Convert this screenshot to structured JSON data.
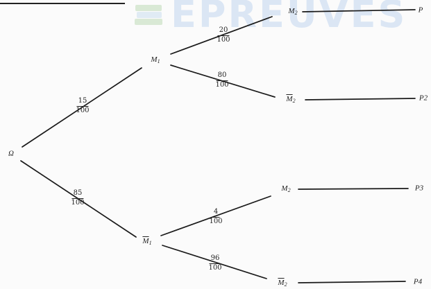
{
  "watermark": {
    "text": "EPREUVES"
  },
  "root": {
    "label": "Ω"
  },
  "nodes": {
    "m1": {
      "main": "M",
      "sub": "1",
      "barred": false
    },
    "m1bar": {
      "main": "M",
      "sub": "1",
      "barred": true
    },
    "m2_top": {
      "main": "M",
      "sub": "2",
      "barred": false
    },
    "m2bar_top": {
      "main": "M",
      "sub": "2",
      "barred": true
    },
    "m2_bottom": {
      "main": "M",
      "sub": "2",
      "barred": false
    },
    "m2bar_bottom": {
      "main": "M",
      "sub": "2",
      "barred": true
    }
  },
  "probabilities": {
    "p_m1": {
      "num": "15",
      "den": "100"
    },
    "p_m1bar": {
      "num": "85",
      "den": "100"
    },
    "p_m2_given_m1": {
      "num": "20",
      "den": "100"
    },
    "p_m2bar_given_m1": {
      "num": "80",
      "den": "100"
    },
    "p_m2_given_m1bar": {
      "num": "4",
      "den": "100"
    },
    "p_m2bar_given_m1bar": {
      "num": "96",
      "den": "100"
    }
  },
  "outcomes": {
    "p1": "P",
    "p2": "P2",
    "p3": "P3",
    "p4": "P4"
  }
}
